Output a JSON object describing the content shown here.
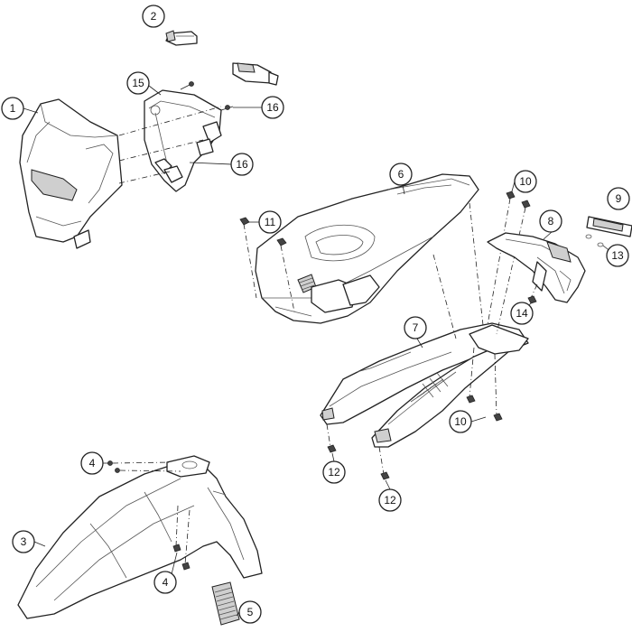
{
  "diagram": {
    "callouts": [
      {
        "id": "c1",
        "label": "1"
      },
      {
        "id": "c2",
        "label": "2"
      },
      {
        "id": "c3",
        "label": "3"
      },
      {
        "id": "c4a",
        "label": "4"
      },
      {
        "id": "c4b",
        "label": "4"
      },
      {
        "id": "c5",
        "label": "5"
      },
      {
        "id": "c6",
        "label": "6"
      },
      {
        "id": "c7",
        "label": "7"
      },
      {
        "id": "c8",
        "label": "8"
      },
      {
        "id": "c9",
        "label": "9"
      },
      {
        "id": "c10a",
        "label": "10"
      },
      {
        "id": "c10b",
        "label": "10"
      },
      {
        "id": "c11",
        "label": "11"
      },
      {
        "id": "c12a",
        "label": "12"
      },
      {
        "id": "c12b",
        "label": "12"
      },
      {
        "id": "c13",
        "label": "13"
      },
      {
        "id": "c14",
        "label": "14"
      },
      {
        "id": "c15",
        "label": "15"
      },
      {
        "id": "c16a",
        "label": "16"
      },
      {
        "id": "c16b",
        "label": "16"
      }
    ]
  }
}
